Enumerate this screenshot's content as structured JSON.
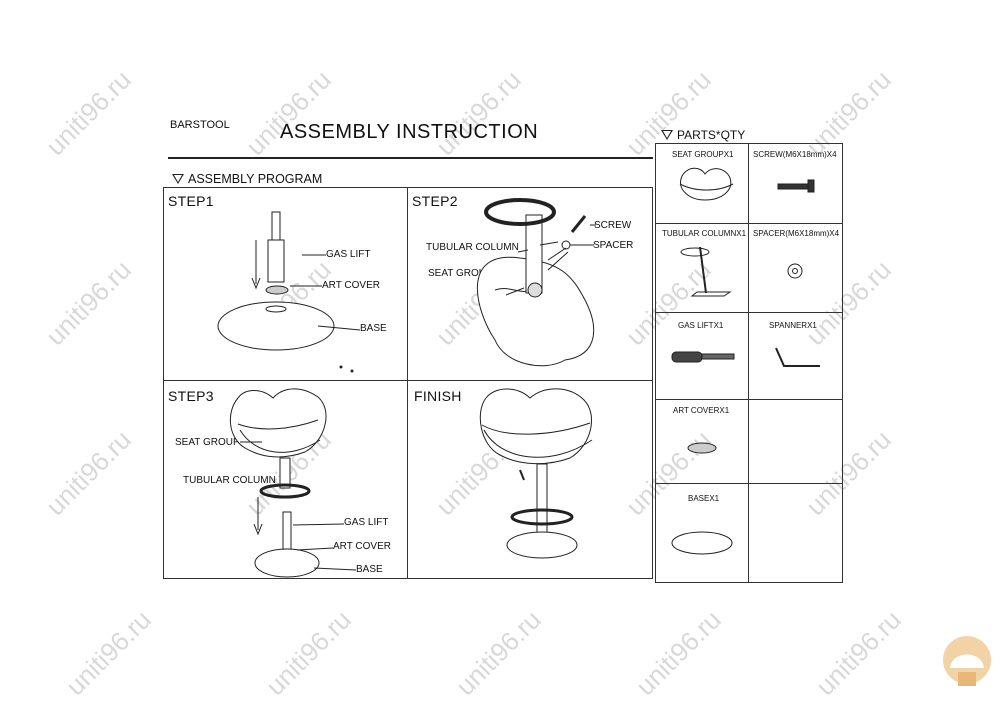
{
  "header": {
    "brand": "BARSTOOL",
    "title": "ASSEMBLY  INSTRUCTION",
    "program_label": "ASSEMBLY PROGRAM"
  },
  "steps": {
    "step1": {
      "label": "STEP1",
      "callouts": [
        "GAS LIFT",
        "ART COVER",
        "BASE"
      ]
    },
    "step2": {
      "label": "STEP2",
      "callouts": [
        "SCREW",
        "TUBULAR COLUMN",
        "SPACER",
        "SEAT GROUP"
      ]
    },
    "step3": {
      "label": "STEP3",
      "callouts": [
        "SEAT GROUP",
        "TUBULAR COLUMN",
        "GAS LIFT",
        "ART COVER",
        "BASE"
      ]
    },
    "finish": {
      "label": "FINISH"
    }
  },
  "parts": {
    "title": "PARTS*QTY",
    "items": [
      {
        "label": "SEAT GROUPX1",
        "icon": "seat-icon"
      },
      {
        "label": "SCREW(M6X18mm)X4",
        "icon": "screw-icon"
      },
      {
        "label": "TUBULAR COLUMNX1",
        "icon": "column-icon"
      },
      {
        "label": "SPACER(M6X18mm)X4",
        "icon": "washer-icon"
      },
      {
        "label": "GAS LIFTX1",
        "icon": "gas-lift-icon"
      },
      {
        "label": "SPANNERX1",
        "icon": "spanner-icon"
      },
      {
        "label": "ART COVERX1",
        "icon": "art-cover-icon"
      },
      {
        "label": "",
        "icon": ""
      },
      {
        "label": "BASEX1",
        "icon": "base-icon"
      },
      {
        "label": "",
        "icon": ""
      }
    ]
  },
  "watermark": "uniti96.ru"
}
